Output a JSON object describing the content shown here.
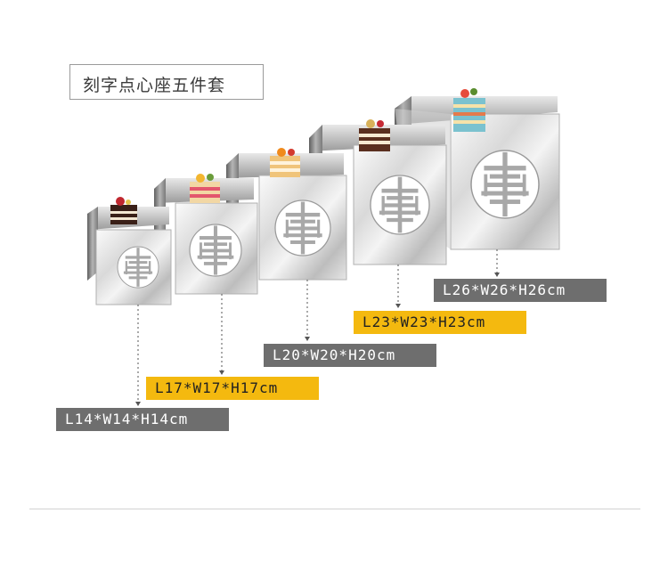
{
  "title": "刻字点心座五件套",
  "sizes": [
    {
      "label": "L14*W14*H14cm",
      "style": "gray"
    },
    {
      "label": "L17*W17*H17cm",
      "style": "gold"
    },
    {
      "label": "L20*W20*H20cm",
      "style": "gray"
    },
    {
      "label": "L23*W23*H23cm",
      "style": "gold"
    },
    {
      "label": "L26*W26*H26cm",
      "style": "gray"
    }
  ],
  "colors": {
    "label_gray": "#6e6e6e",
    "label_gold": "#f4b90f",
    "steel_light": "#f2f2f2",
    "steel_dark": "#8a8a8a"
  }
}
